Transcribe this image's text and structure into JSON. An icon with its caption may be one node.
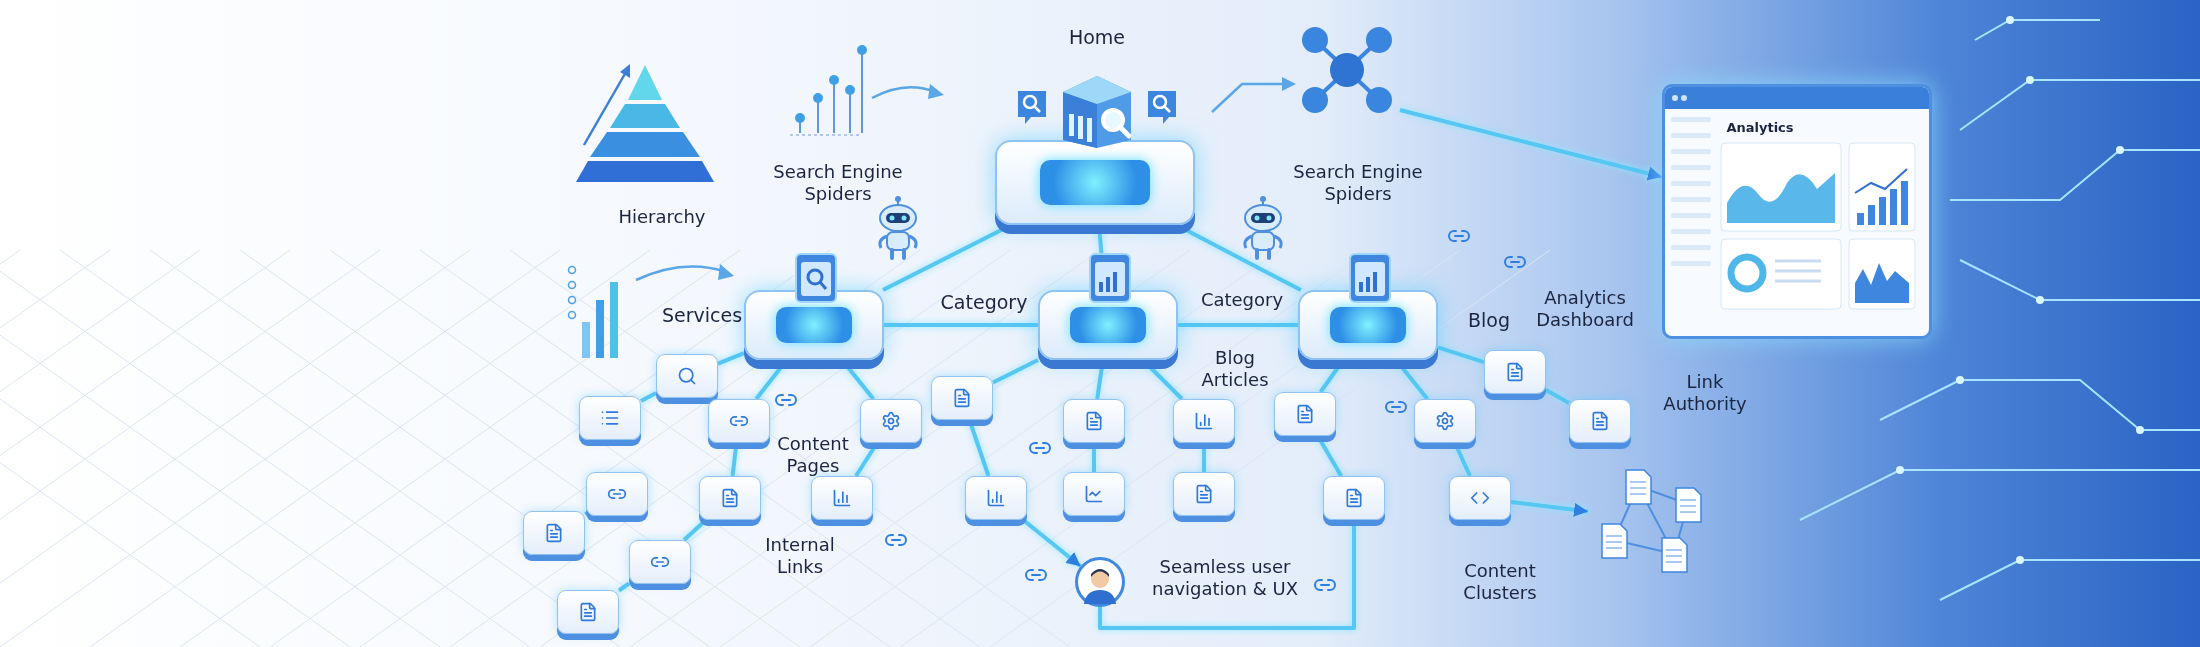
{
  "diagram": {
    "nodes": [
      {
        "text": [
          "Home"
        ]
      },
      {
        "text": [
          "Services"
        ]
      },
      {
        "text": [
          "Category"
        ]
      },
      {
        "text": [
          "Blog"
        ]
      },
      {
        "text": [],
        "shape": "box"
      },
      {
        "text": [],
        "shape": "box"
      },
      {
        "text": [],
        "shape": "box"
      },
      {
        "text": [],
        "shape": "box"
      },
      {
        "text": [],
        "shape": "box"
      },
      {
        "text": [],
        "shape": "box"
      },
      {
        "text": [],
        "shape": "box"
      },
      {
        "text": [],
        "shape": "box"
      },
      {
        "text": [],
        "shape": "box"
      },
      {
        "text": [],
        "shape": "box"
      },
      {
        "text": [],
        "shape": "box"
      },
      {
        "text": [],
        "shape": "box"
      },
      {
        "text": [],
        "shape": "box"
      },
      {
        "text": [],
        "shape": "box"
      },
      {
        "text": [],
        "shape": "box"
      },
      {
        "text": [],
        "shape": "box"
      },
      {
        "text": [],
        "shape": "box"
      },
      {
        "text": [],
        "shape": "box"
      },
      {
        "text": [],
        "shape": "box"
      },
      {
        "text": [],
        "shape": "box"
      },
      {
        "text": [],
        "shape": "box"
      },
      {
        "text": [],
        "shape": "box"
      },
      {
        "text": [],
        "shape": "person",
        "beside": [
          "Seamless user navigation & UX"
        ]
      },
      {
        "text": [],
        "shape": "picture",
        "beside": [
          "Content Clusters"
        ]
      },
      {
        "text": [],
        "shape": "picture",
        "beside": [
          "Analytics Dashboard"
        ]
      }
    ],
    "edges": [
      {
        "from": 0,
        "to": 1,
        "arrow": "none"
      },
      {
        "from": 0,
        "to": 2,
        "arrow": "none"
      },
      {
        "from": 0,
        "to": 3,
        "arrow": "none"
      },
      {
        "from": 1,
        "to": 2,
        "arrow": "none"
      },
      {
        "from": 2,
        "to": 3,
        "arrow": "none"
      },
      {
        "from": 1,
        "to": 4,
        "arrow": "none"
      },
      {
        "from": 1,
        "to": 6,
        "arrow": "none"
      },
      {
        "from": 1,
        "to": 7,
        "arrow": "none"
      },
      {
        "from": 2,
        "to": 8,
        "arrow": "none"
      },
      {
        "from": 2,
        "to": 9,
        "arrow": "none"
      },
      {
        "from": 2,
        "to": 10,
        "arrow": "none"
      },
      {
        "from": 3,
        "to": 11,
        "arrow": "none"
      },
      {
        "from": 3,
        "to": 12,
        "arrow": "none"
      },
      {
        "from": 3,
        "to": 13,
        "arrow": "none"
      },
      {
        "from": 13,
        "to": 14,
        "arrow": "none"
      },
      {
        "from": 5,
        "to": 4,
        "arrow": "none"
      },
      {
        "from": 6,
        "to": 15,
        "arrow": "none"
      },
      {
        "from": 7,
        "to": 16,
        "arrow": "none"
      },
      {
        "from": 8,
        "to": 17,
        "arrow": "none"
      },
      {
        "from": 9,
        "to": 18,
        "arrow": "none"
      },
      {
        "from": 10,
        "to": 19,
        "arrow": "none"
      },
      {
        "from": 11,
        "to": 20,
        "arrow": "none"
      },
      {
        "from": 12,
        "to": 21,
        "arrow": "none"
      },
      {
        "from": 23,
        "to": 22,
        "arrow": "to"
      },
      {
        "from": 15,
        "to": 24,
        "arrow": "none"
      },
      {
        "from": 24,
        "to": 25,
        "arrow": "none"
      },
      {
        "from": 17,
        "to": 26,
        "arrow": "to"
      },
      {
        "from": 26,
        "to": 20,
        "arrow": "none"
      },
      {
        "from": 21,
        "to": 27,
        "arrow": "to"
      },
      {
        "from": null,
        "to": 28,
        "arrow": "to"
      }
    ],
    "labels": [
      "Search Engine Spiders",
      "Hierarchy",
      "Search Engine Spiders",
      "Analytics",
      "Category",
      "Blog Articles",
      "Link Authority",
      "Content Pages",
      "Internal Links"
    ]
  }
}
